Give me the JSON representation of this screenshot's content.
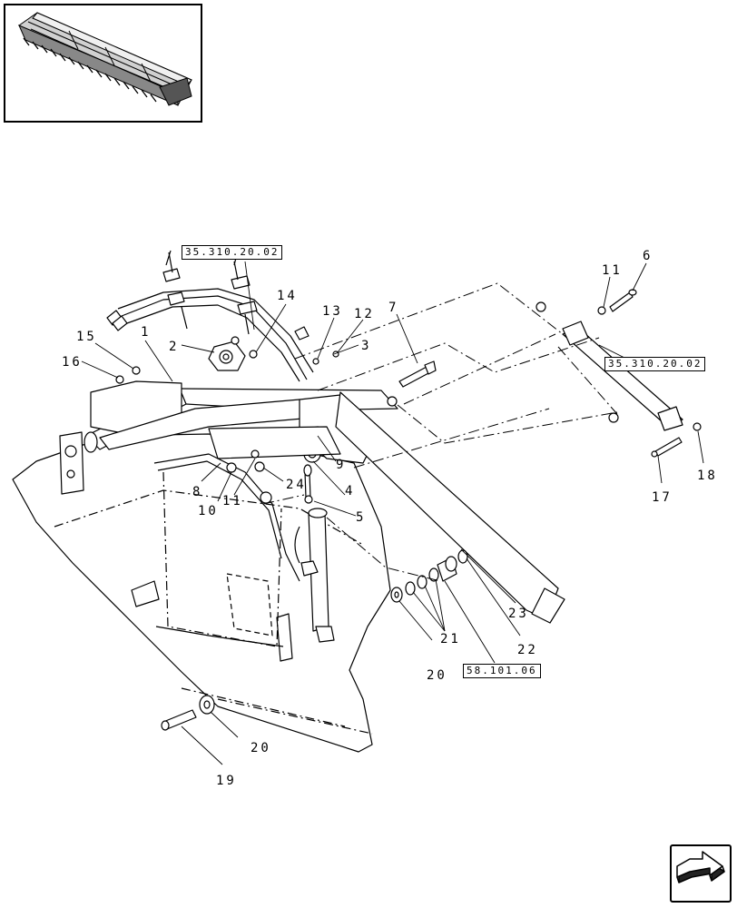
{
  "references": {
    "ref_top": "35.310.20.02",
    "ref_right": "35.310.20.02",
    "ref_bottom": "58.101.06"
  },
  "callouts": {
    "c1": "1",
    "c2": "2",
    "c3": "3",
    "c4": "4",
    "c5": "5",
    "c6": "6",
    "c7": "7",
    "c8": "8",
    "c9": "9",
    "c10": "10",
    "c11a": "11",
    "c11b": "11",
    "c12": "12",
    "c13": "13",
    "c14": "14",
    "c15": "15",
    "c16": "16",
    "c17": "17",
    "c18": "18",
    "c19": "19",
    "c20a": "20",
    "c20b": "20",
    "c21": "21",
    "c22": "22",
    "c23": "23",
    "c24": "24"
  },
  "icons": {
    "thumbnail": "header-assembly-thumbnail-icon",
    "nav": "next-page-arrow-icon"
  }
}
